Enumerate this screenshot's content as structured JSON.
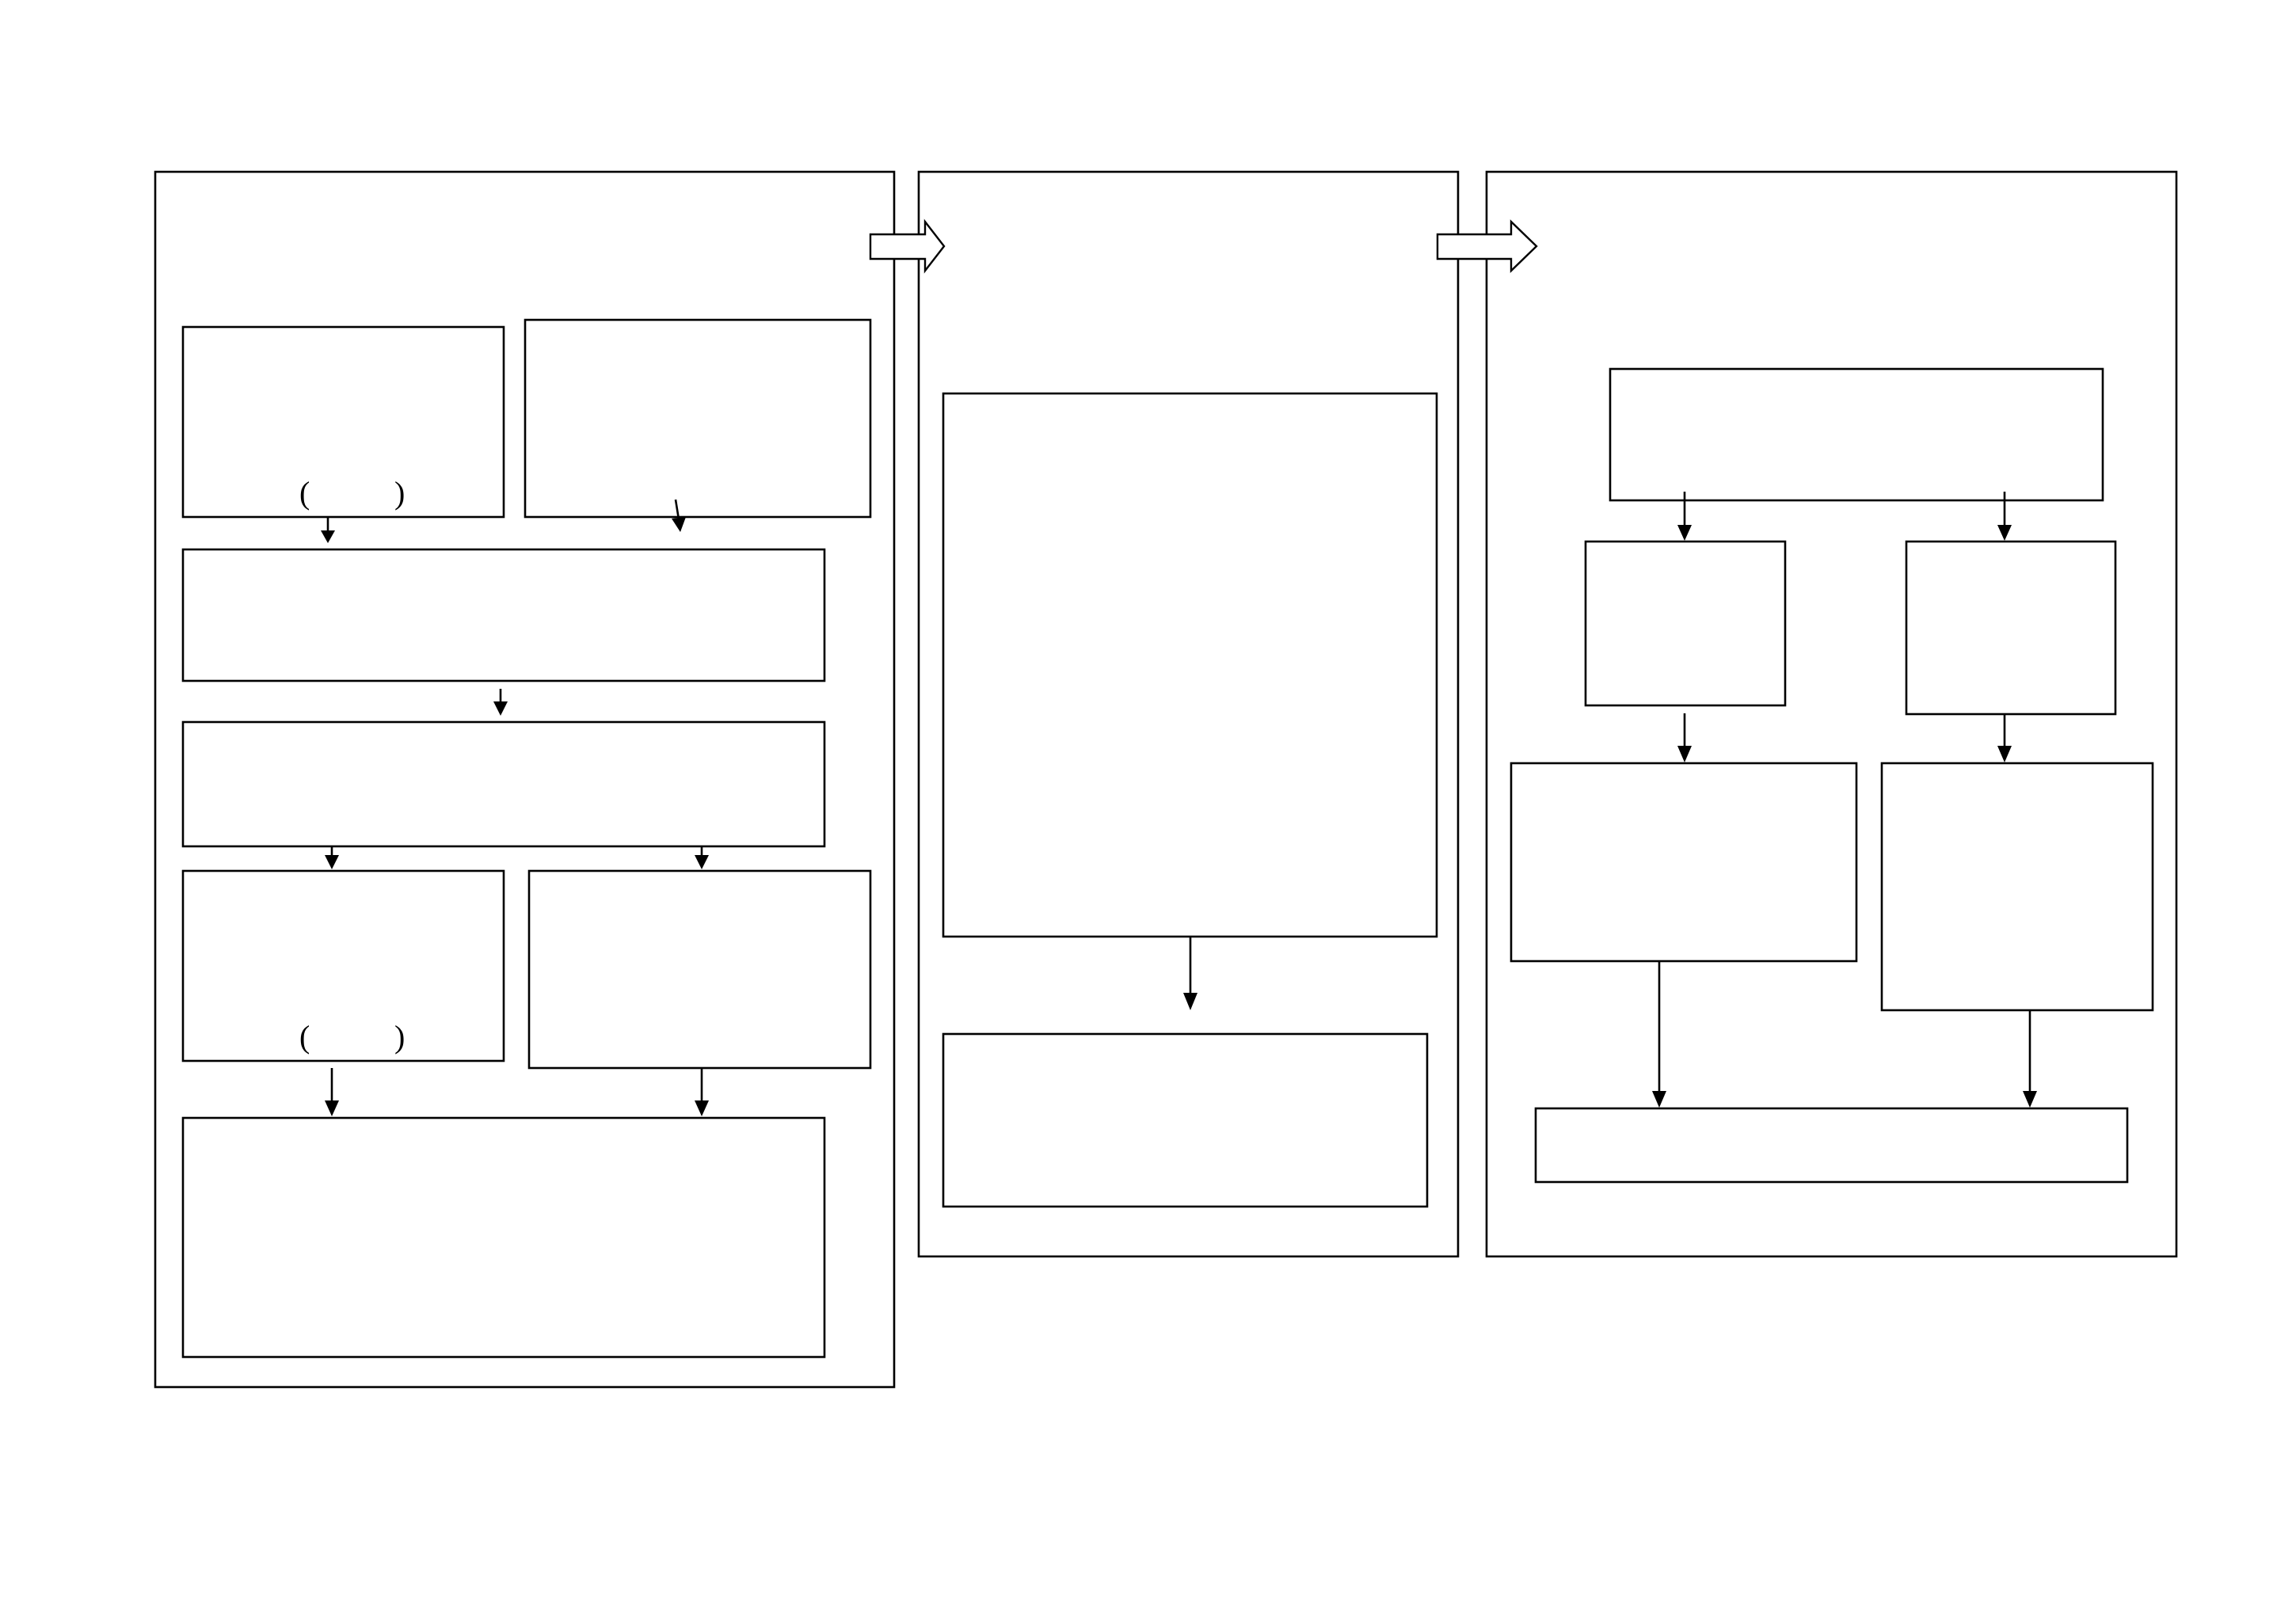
{
  "diagram": {
    "panels": [
      {
        "id": "left",
        "boxes": [
          {
            "id": "l-top-left",
            "paren_open": "(",
            "paren_close": ")"
          },
          {
            "id": "l-top-right"
          },
          {
            "id": "l-wide-1"
          },
          {
            "id": "l-wide-2"
          },
          {
            "id": "l-mid-left",
            "paren_open": "(",
            "paren_close": ")"
          },
          {
            "id": "l-mid-right"
          },
          {
            "id": "l-bottom"
          }
        ]
      },
      {
        "id": "middle",
        "boxes": [
          {
            "id": "m-large"
          },
          {
            "id": "m-bottom"
          }
        ]
      },
      {
        "id": "right",
        "boxes": [
          {
            "id": "r-top"
          },
          {
            "id": "r-small-left"
          },
          {
            "id": "r-small-right"
          },
          {
            "id": "r-mid-left"
          },
          {
            "id": "r-mid-right"
          },
          {
            "id": "r-bottom"
          }
        ]
      }
    ],
    "stroke_color": "#000000",
    "background_color": "#ffffff"
  }
}
